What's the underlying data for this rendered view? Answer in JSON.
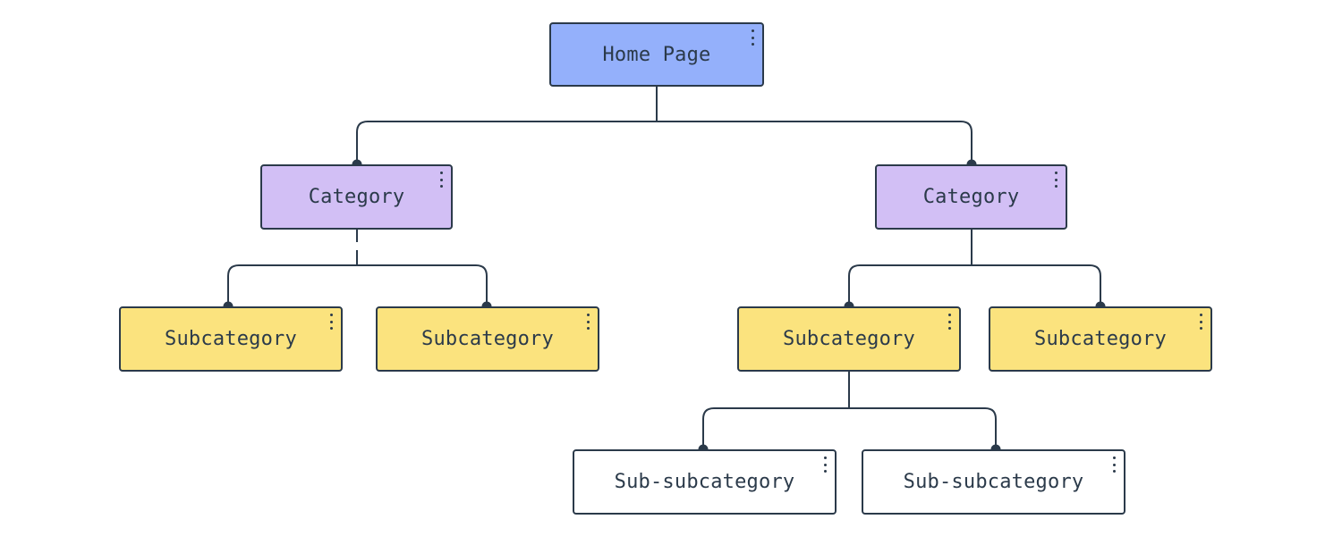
{
  "diagram": {
    "colors": {
      "home": "#94b0fb",
      "category": "#d2bff5",
      "subcategory": "#fbe37e",
      "subsub": "#ffffff",
      "line": "#2b3a4a"
    },
    "nodes": {
      "home": {
        "label": "Home Page"
      },
      "category_left": {
        "label": "Category"
      },
      "category_right": {
        "label": "Category"
      },
      "subcategory_1": {
        "label": "Subcategory"
      },
      "subcategory_2": {
        "label": "Subcategory"
      },
      "subcategory_3": {
        "label": "Subcategory"
      },
      "subcategory_4": {
        "label": "Subcategory"
      },
      "subsub_1": {
        "label": "Sub-subcategory"
      },
      "subsub_2": {
        "label": "Sub-subcategory"
      }
    },
    "edges": [
      {
        "from": "home",
        "to": "category_left"
      },
      {
        "from": "home",
        "to": "category_right"
      },
      {
        "from": "category_left",
        "to": "subcategory_1"
      },
      {
        "from": "category_left",
        "to": "subcategory_2"
      },
      {
        "from": "category_right",
        "to": "subcategory_3"
      },
      {
        "from": "category_right",
        "to": "subcategory_4"
      },
      {
        "from": "subcategory_3",
        "to": "subsub_1"
      },
      {
        "from": "subcategory_3",
        "to": "subsub_2"
      }
    ],
    "icons": {
      "node_menu": "more-vertical-icon"
    }
  }
}
